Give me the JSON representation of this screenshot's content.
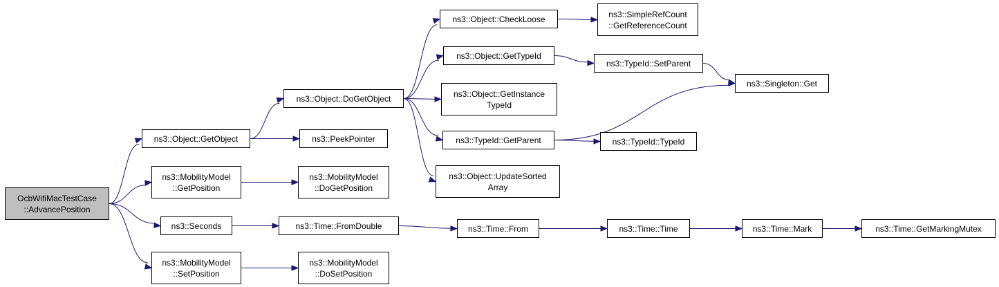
{
  "colors": {
    "edge": "#191970",
    "root_fill": "#bfbfbf",
    "node_fill": "#ffffff",
    "border": "#000000"
  },
  "nodes": {
    "root": [
      "OcbWifiMacTestCase",
      "::AdvancePosition"
    ],
    "get_object": [
      "ns3::Object::GetObject"
    ],
    "mm_get_position": [
      "ns3::MobilityModel",
      "::GetPosition"
    ],
    "seconds": [
      "ns3::Seconds"
    ],
    "mm_set_position": [
      "ns3::MobilityModel",
      "::SetPosition"
    ],
    "do_get_object": [
      "ns3::Object::DoGetObject"
    ],
    "peek_pointer": [
      "ns3::PeekPointer"
    ],
    "mm_do_get_position": [
      "ns3::MobilityModel",
      "::DoGetPosition"
    ],
    "time_from_double": [
      "ns3::Time::FromDouble"
    ],
    "mm_do_set_position": [
      "ns3::MobilityModel",
      "::DoSetPosition"
    ],
    "check_loose": [
      "ns3::Object::CheckLoose"
    ],
    "get_type_id": [
      "ns3::Object::GetTypeId"
    ],
    "get_instance_type_id": [
      "ns3::Object::GetInstance",
      "TypeId"
    ],
    "type_id_get_parent": [
      "ns3::TypeId::GetParent"
    ],
    "update_sorted_array": [
      "ns3::Object::UpdateSorted",
      "Array"
    ],
    "time_from": [
      "ns3::Time::From"
    ],
    "simple_ref_count": [
      "ns3::SimpleRefCount",
      "::GetReferenceCount"
    ],
    "type_id_set_parent": [
      "ns3::TypeId::SetParent"
    ],
    "type_id_type_id": [
      "ns3::TypeId::TypeId"
    ],
    "time_time": [
      "ns3::Time::Time"
    ],
    "singleton_get": [
      "ns3::Singleton::Get"
    ],
    "time_mark": [
      "ns3::Time::Mark"
    ],
    "get_marking_mutex": [
      "ns3::Time::GetMarkingMutex"
    ]
  },
  "edges": [
    [
      "root",
      "get_object"
    ],
    [
      "root",
      "mm_get_position"
    ],
    [
      "root",
      "seconds"
    ],
    [
      "root",
      "mm_set_position"
    ],
    [
      "get_object",
      "do_get_object"
    ],
    [
      "get_object",
      "peek_pointer"
    ],
    [
      "mm_get_position",
      "mm_do_get_position"
    ],
    [
      "seconds",
      "time_from_double"
    ],
    [
      "mm_set_position",
      "mm_do_set_position"
    ],
    [
      "do_get_object",
      "check_loose"
    ],
    [
      "do_get_object",
      "get_type_id"
    ],
    [
      "do_get_object",
      "get_instance_type_id"
    ],
    [
      "do_get_object",
      "type_id_get_parent"
    ],
    [
      "do_get_object",
      "update_sorted_array"
    ],
    [
      "time_from_double",
      "time_from"
    ],
    [
      "check_loose",
      "simple_ref_count"
    ],
    [
      "get_type_id",
      "type_id_set_parent"
    ],
    [
      "type_id_get_parent",
      "singleton_get"
    ],
    [
      "type_id_get_parent",
      "type_id_type_id"
    ],
    [
      "type_id_set_parent",
      "singleton_get"
    ],
    [
      "time_from",
      "time_time"
    ],
    [
      "time_time",
      "time_mark"
    ],
    [
      "time_mark",
      "get_marking_mutex"
    ]
  ]
}
